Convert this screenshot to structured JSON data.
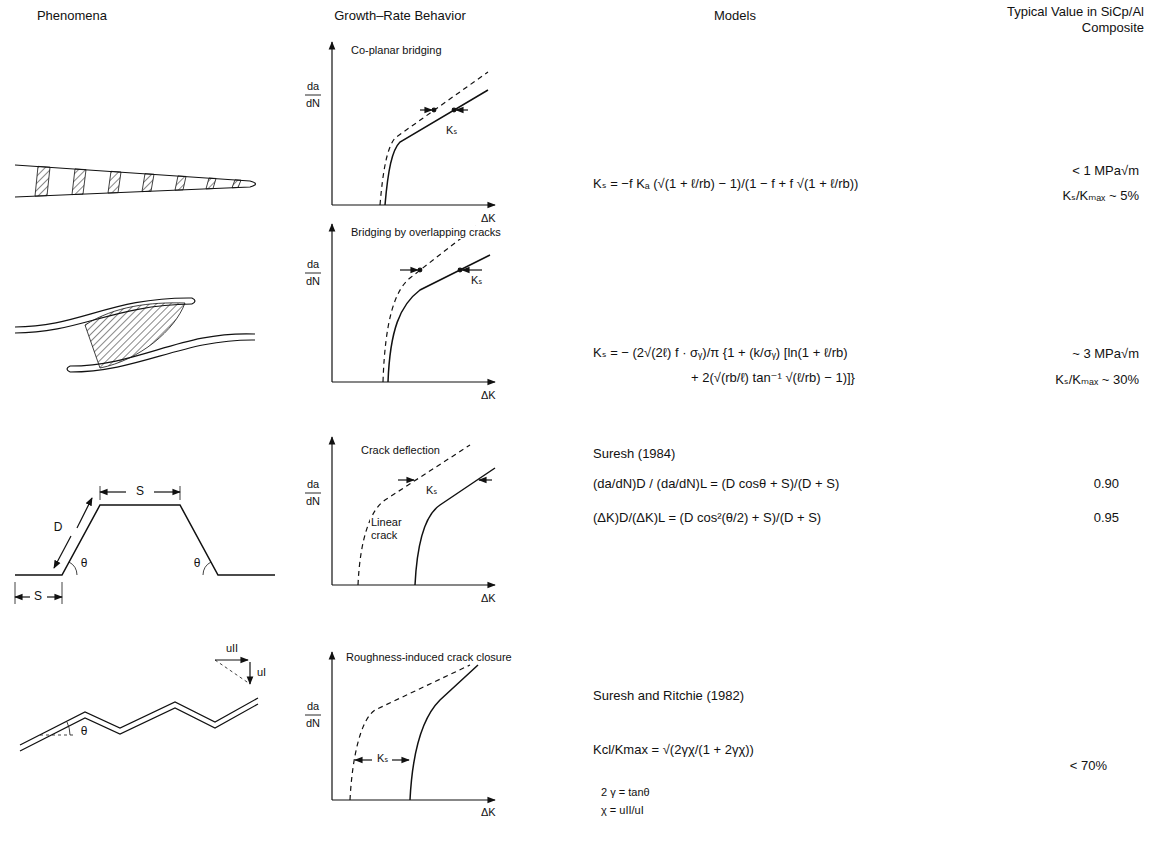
{
  "diagram": {
    "labels": [
      "Phenomena",
      "Growth–Rate Behavior",
      "Models",
      "Typical Value in SiCp/Al Composite",
      "da",
      "dN",
      "Co-planar bridging",
      "Kₛ",
      "ΔK",
      "Kₛ = −f Kₐ (√(1 + ℓ/rb) − 1)/(1 − f + f √(1 + ℓ/rb))",
      "< 1 MPa√m",
      "Kₛ/Kₘₐₓ ~ 5%",
      "da",
      "dN",
      "Bridging by overlapping cracks",
      "Kₛ",
      "ΔK",
      "Kₛ = − (2√(2ℓ) f · σᵧ)/π {1 + (k/σᵧ) [ln(1 + ℓ/rb)",
      "+ 2(√(rb/ℓ) tan⁻¹ √(ℓ/rb) − 1)]}",
      "~ 3 MPa√m",
      "Kₛ/Kₘₐₓ ~ 30%",
      "S",
      "D",
      "θ",
      "θ",
      "S",
      "da",
      "dN",
      "Crack deflection",
      "Linear crack",
      "Kₛ",
      "ΔK",
      "Suresh (1984)",
      "(da/dN)D / (da/dN)L = (D cosθ + S)/(D + S)",
      "(ΔK)D/(ΔK)L = (D cos²(θ/2) + S)/(D + S)",
      "0.90",
      "0.95",
      "uII",
      "uI",
      "θ",
      "da",
      "dN",
      "Roughness-induced crack closure",
      "Kₛ",
      "ΔK",
      "Suresh and Ritchie (1982)",
      "Kcl/Kmax = √(2γχ/(1 + 2γχ))",
      "2 γ = tanθ",
      "χ = uII/uI",
      "< 70%"
    ]
  }
}
